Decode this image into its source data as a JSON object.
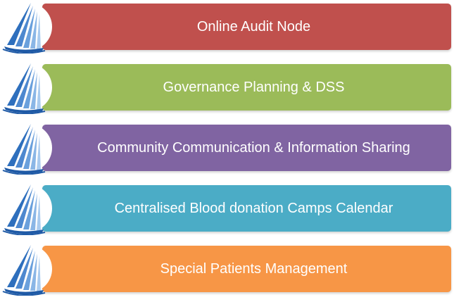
{
  "items": [
    {
      "label": "Online Audit Node",
      "color": "#c0504d"
    },
    {
      "label": "Governance Planning & DSS",
      "color": "#9bbb59"
    },
    {
      "label": "Community Communication & Information Sharing",
      "color": "#8064a2"
    },
    {
      "label": "Centralised Blood donation Camps Calendar",
      "color": "#4bacc6"
    },
    {
      "label": "Special Patients Management",
      "color": "#f79646"
    }
  ],
  "emblem_icon": "blue-sail-logo-icon"
}
